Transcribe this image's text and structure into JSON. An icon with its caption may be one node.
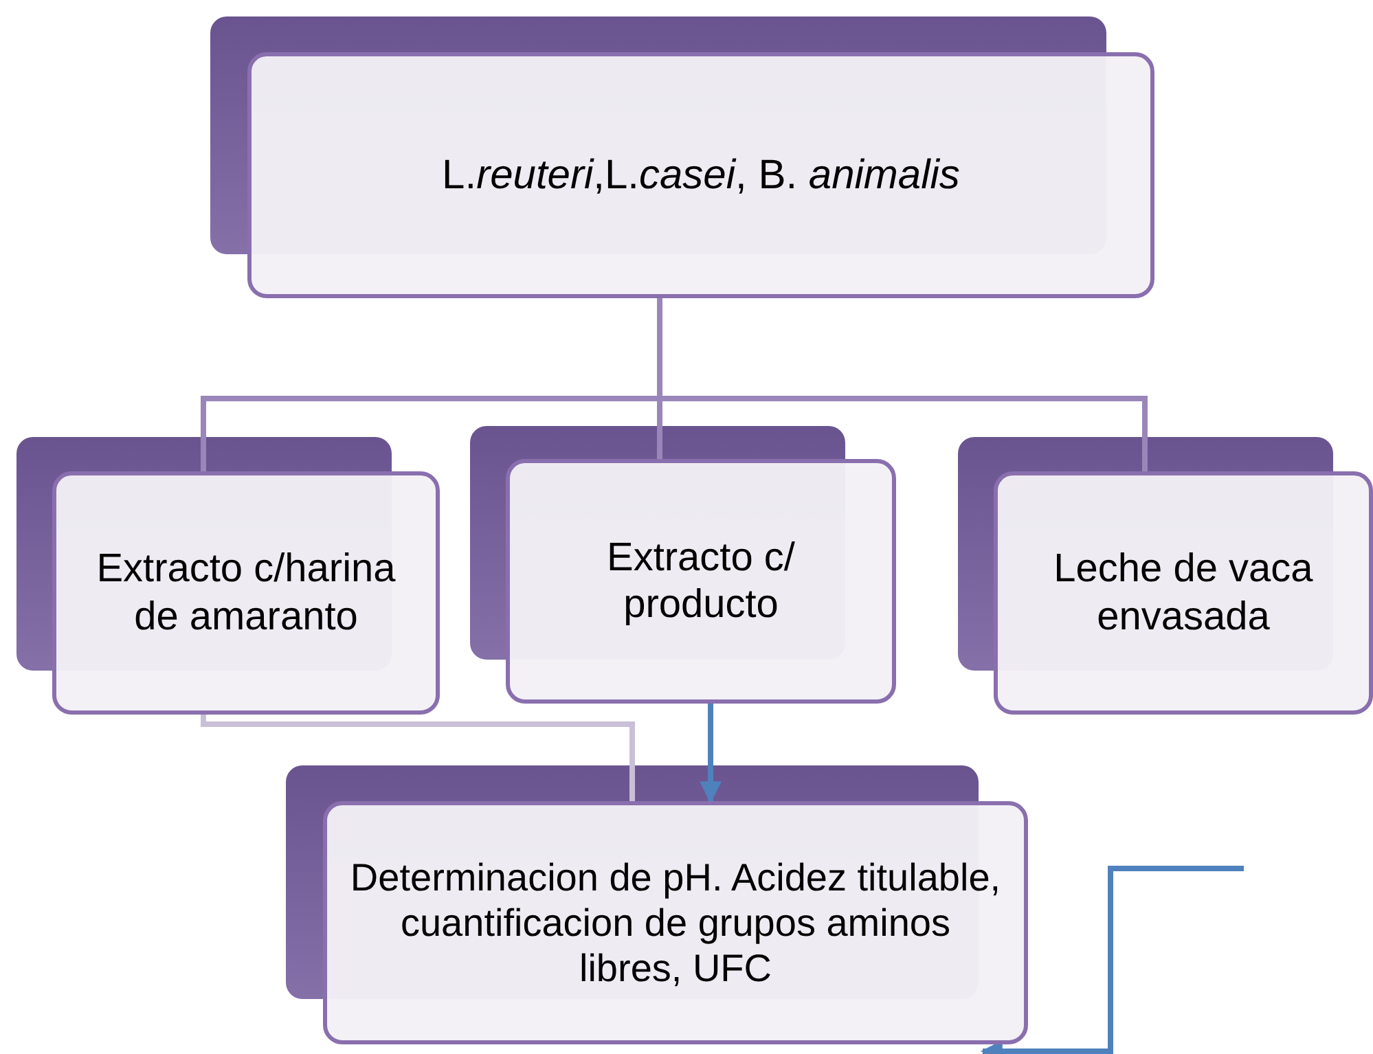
{
  "diagram": {
    "nodes": [
      {
        "text": [
          "L.*reuteri*,L.*casei*, B. *animalis*"
        ]
      },
      {
        "text": [
          "Extracto c/harina de amaranto"
        ]
      },
      {
        "text": [
          "Extracto c/ producto"
        ]
      },
      {
        "text": [
          "Leche de vaca envasada"
        ]
      },
      {
        "text": [
          "Determinacion de pH. Acidez titulable, cuantificacion de grupos aminos libres, UFC"
        ]
      }
    ],
    "edges": [
      {
        "from": 0,
        "to": 1,
        "arrow": "none"
      },
      {
        "from": 0,
        "to": 2,
        "arrow": "none"
      },
      {
        "from": 0,
        "to": 3,
        "arrow": "none"
      },
      {
        "from": 1,
        "to": 4,
        "arrow": "none",
        "color": "#c9bfd8"
      },
      {
        "from": 2,
        "to": 4,
        "arrow": "to",
        "color": "#4f81bd"
      },
      {
        "from": null,
        "to": 4,
        "arrow": "to",
        "color": "#4f81bd"
      }
    ]
  }
}
